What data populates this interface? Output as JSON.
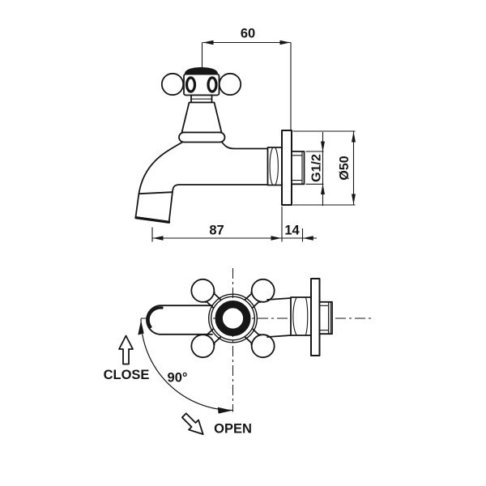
{
  "drawing": {
    "title": "bib-tap-technical-drawing",
    "colors": {
      "background": "#ffffff",
      "line": "#161616"
    },
    "dimensions": {
      "top_width": "60",
      "body_length": "87",
      "wall_depth": "14",
      "thread": "G1/2",
      "flange_diameter": "Ø50",
      "swing_angle": "90°"
    },
    "labels": {
      "close": "CLOSE",
      "open": "OPEN"
    }
  }
}
